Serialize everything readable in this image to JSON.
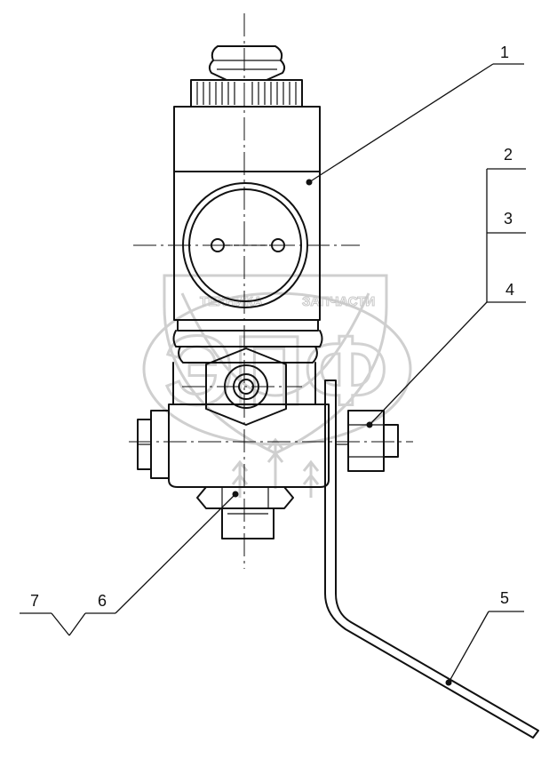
{
  "watermark": {
    "brand_top": "ТЕХНИКА",
    "brand_bottom": "ЗАПЧАСТИ",
    "letters": "ЭПФ"
  },
  "callouts": [
    {
      "id": "1",
      "text": "1"
    },
    {
      "id": "2",
      "text": "2"
    },
    {
      "id": "3",
      "text": "3"
    },
    {
      "id": "4",
      "text": "4"
    },
    {
      "id": "5",
      "text": "5"
    },
    {
      "id": "6",
      "text": "6"
    },
    {
      "id": "7",
      "text": "7"
    }
  ]
}
